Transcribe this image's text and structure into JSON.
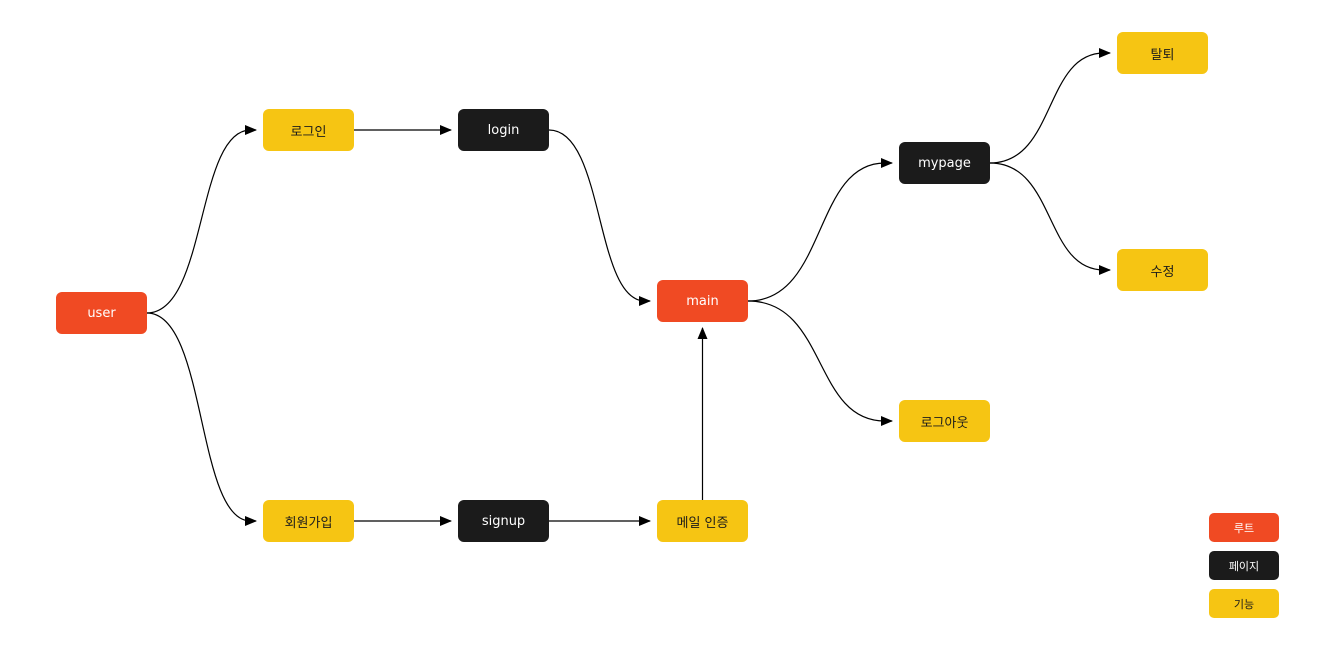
{
  "colors": {
    "root": "#F04A23",
    "page": "#1B1B1B",
    "feature": "#F6C513",
    "edge": "#000000"
  },
  "nodes": {
    "user": {
      "label": "user",
      "kind": "root"
    },
    "login_feature": {
      "label": "로그인",
      "kind": "feature"
    },
    "login_page": {
      "label": "login",
      "kind": "page"
    },
    "signup_feature": {
      "label": "회원가입",
      "kind": "feature"
    },
    "signup_page": {
      "label": "signup",
      "kind": "page"
    },
    "email_verify": {
      "label": "메일 인증",
      "kind": "feature"
    },
    "main": {
      "label": "main",
      "kind": "root"
    },
    "mypage": {
      "label": "mypage",
      "kind": "page"
    },
    "withdraw": {
      "label": "탈퇴",
      "kind": "feature"
    },
    "edit": {
      "label": "수정",
      "kind": "feature"
    },
    "logout": {
      "label": "로그아웃",
      "kind": "feature"
    }
  },
  "edges": [
    {
      "from": "user",
      "to": "login_feature"
    },
    {
      "from": "user",
      "to": "signup_feature"
    },
    {
      "from": "login_feature",
      "to": "login_page"
    },
    {
      "from": "login_page",
      "to": "main"
    },
    {
      "from": "signup_feature",
      "to": "signup_page"
    },
    {
      "from": "signup_page",
      "to": "email_verify"
    },
    {
      "from": "email_verify",
      "to": "main"
    },
    {
      "from": "main",
      "to": "mypage"
    },
    {
      "from": "main",
      "to": "logout"
    },
    {
      "from": "mypage",
      "to": "withdraw"
    },
    {
      "from": "mypage",
      "to": "edit"
    }
  ],
  "legend": {
    "root": "루트",
    "page": "페이지",
    "feature": "기능"
  }
}
